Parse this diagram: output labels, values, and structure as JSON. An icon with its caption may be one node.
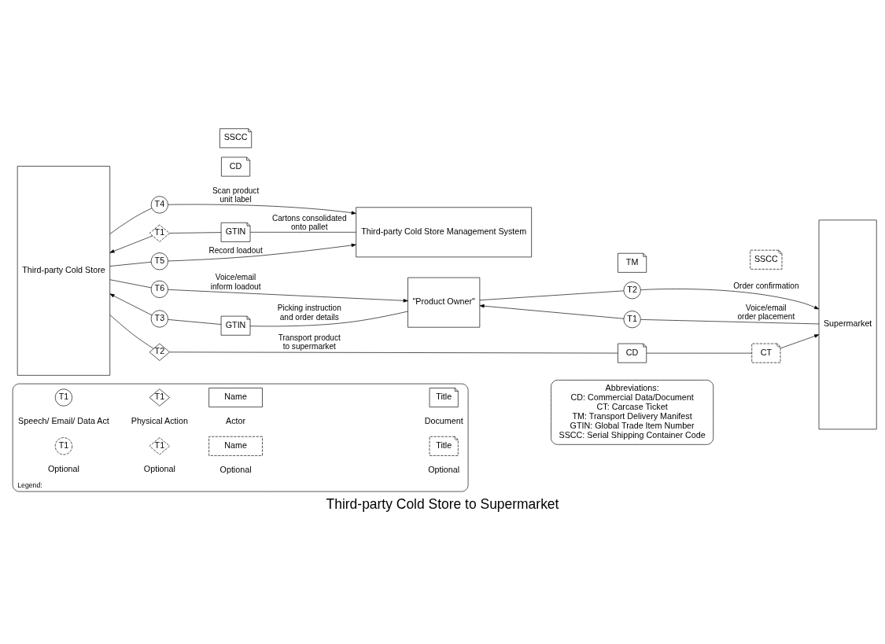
{
  "diagram": {
    "title": "Third-party Cold Store to Supermarket",
    "nodes": [
      {
        "text": [
          "Legend:"
        ]
      },
      {
        "text": [
          "T1"
        ],
        "beside": [
          "Speech/ Email/ Data Act"
        ],
        "in": 0
      },
      {
        "text": [
          "T1"
        ],
        "beside": [
          "Physical Action"
        ],
        "in": 0
      },
      {
        "text": [
          "Name"
        ],
        "beside": [
          "Actor"
        ],
        "in": 0
      },
      {
        "text": [
          "Title"
        ],
        "beside": [
          "Document"
        ],
        "in": 0
      },
      {
        "text": [
          "T1"
        ],
        "beside": [
          "Optional"
        ],
        "in": 0
      },
      {
        "text": [
          "T1"
        ],
        "beside": [
          "Optional"
        ],
        "in": 0
      },
      {
        "text": [
          "Name"
        ],
        "beside": [
          "Optional"
        ],
        "in": 0
      },
      {
        "text": [
          "Title"
        ],
        "beside": [
          "Optional"
        ],
        "in": 0
      },
      {
        "text": [
          "Abbreviations:",
          "CD: Commercial Data/Document",
          "CT: Carcase Ticket",
          "TM: Transport Delivery Manifest",
          "GTIN: Global Trade Item Number",
          "SSCC: Serial Shipping Container Code"
        ]
      },
      {
        "text": [
          "Third-party Cold Store"
        ]
      },
      {
        "text": [
          "\"Product Owner\""
        ]
      },
      {
        "text": [
          "T1"
        ]
      },
      {
        "text": [
          "Supermarket"
        ]
      },
      {
        "text": [
          "T2"
        ]
      },
      {
        "text": [
          "CD"
        ]
      },
      {
        "text": [
          "T3"
        ]
      },
      {
        "text": [
          "GTIN"
        ]
      },
      {
        "text": [
          "Third-party Cold Store Management System"
        ]
      },
      {
        "text": [
          "T4"
        ]
      },
      {
        "text": [
          "SSCC"
        ]
      },
      {
        "text": [
          "T1"
        ]
      },
      {
        "text": [
          "GTIN"
        ]
      },
      {
        "text": [
          "T5"
        ]
      },
      {
        "text": [
          "T6"
        ]
      },
      {
        "text": [
          "TM"
        ]
      },
      {
        "text": [
          "SSCC"
        ]
      },
      {
        "text": [
          "T2"
        ]
      },
      {
        "text": [
          "CD"
        ]
      },
      {
        "text": [
          "CT"
        ]
      }
    ],
    "edges": [
      {
        "from": 13,
        "to": 12,
        "arrow": "none",
        "label": "Voice/email order placement"
      },
      {
        "from": 12,
        "to": 11,
        "arrow": "to"
      },
      {
        "from": 11,
        "to": 14,
        "arrow": "none"
      },
      {
        "from": 14,
        "to": 13,
        "arrow": "to",
        "label": "Order confirmation"
      },
      {
        "from": 11,
        "to": 17,
        "arrow": "none",
        "label": "Picking instruction and order details"
      },
      {
        "from": 17,
        "to": 16,
        "arrow": "none"
      },
      {
        "from": 16,
        "to": 10,
        "arrow": "to"
      },
      {
        "from": 10,
        "to": 19,
        "arrow": "none"
      },
      {
        "from": 19,
        "to": 18,
        "arrow": "to",
        "label": "Scan product unit label"
      },
      {
        "from": 18,
        "to": 22,
        "arrow": "none",
        "label": "Cartons consolidated onto pallet"
      },
      {
        "from": 22,
        "to": 21,
        "arrow": "none"
      },
      {
        "from": 21,
        "to": 10,
        "arrow": "to"
      },
      {
        "from": 10,
        "to": 23,
        "arrow": "none"
      },
      {
        "from": 23,
        "to": 18,
        "arrow": "to",
        "label": "Record loadout"
      },
      {
        "from": 10,
        "to": 24,
        "arrow": "none"
      },
      {
        "from": 24,
        "to": 11,
        "arrow": "to",
        "label": "Voice/email inform loadout"
      },
      {
        "from": 10,
        "to": 27,
        "arrow": "none"
      },
      {
        "from": 27,
        "to": 28,
        "arrow": "none",
        "label": "Transport product to supermarket"
      },
      {
        "from": 28,
        "to": 29,
        "arrow": "none"
      },
      {
        "from": 29,
        "to": 13,
        "arrow": "to"
      }
    ]
  }
}
